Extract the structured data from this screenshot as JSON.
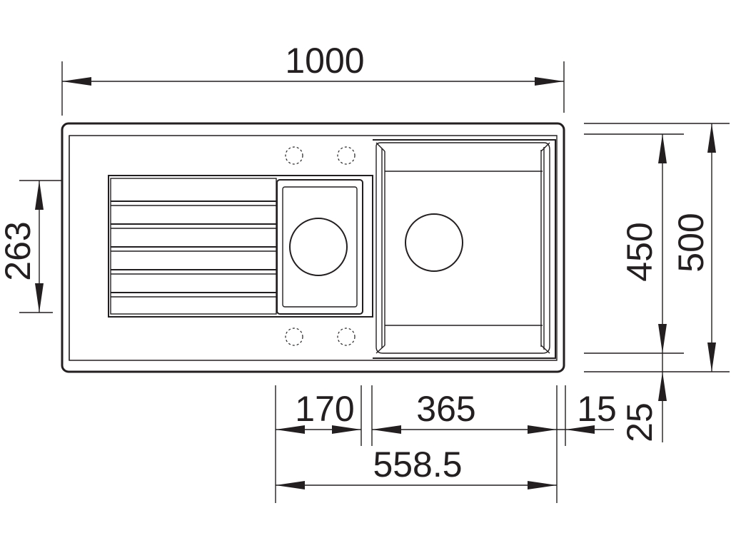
{
  "dimensions": {
    "overall_width": "1000",
    "overall_depth": "500",
    "bowl_depth": "450",
    "drainer_width": "263",
    "small_bowl_width": "170",
    "main_bowl_width": "365",
    "right_rim": "15",
    "front_rim": "25",
    "bowls_total": "558.5"
  }
}
